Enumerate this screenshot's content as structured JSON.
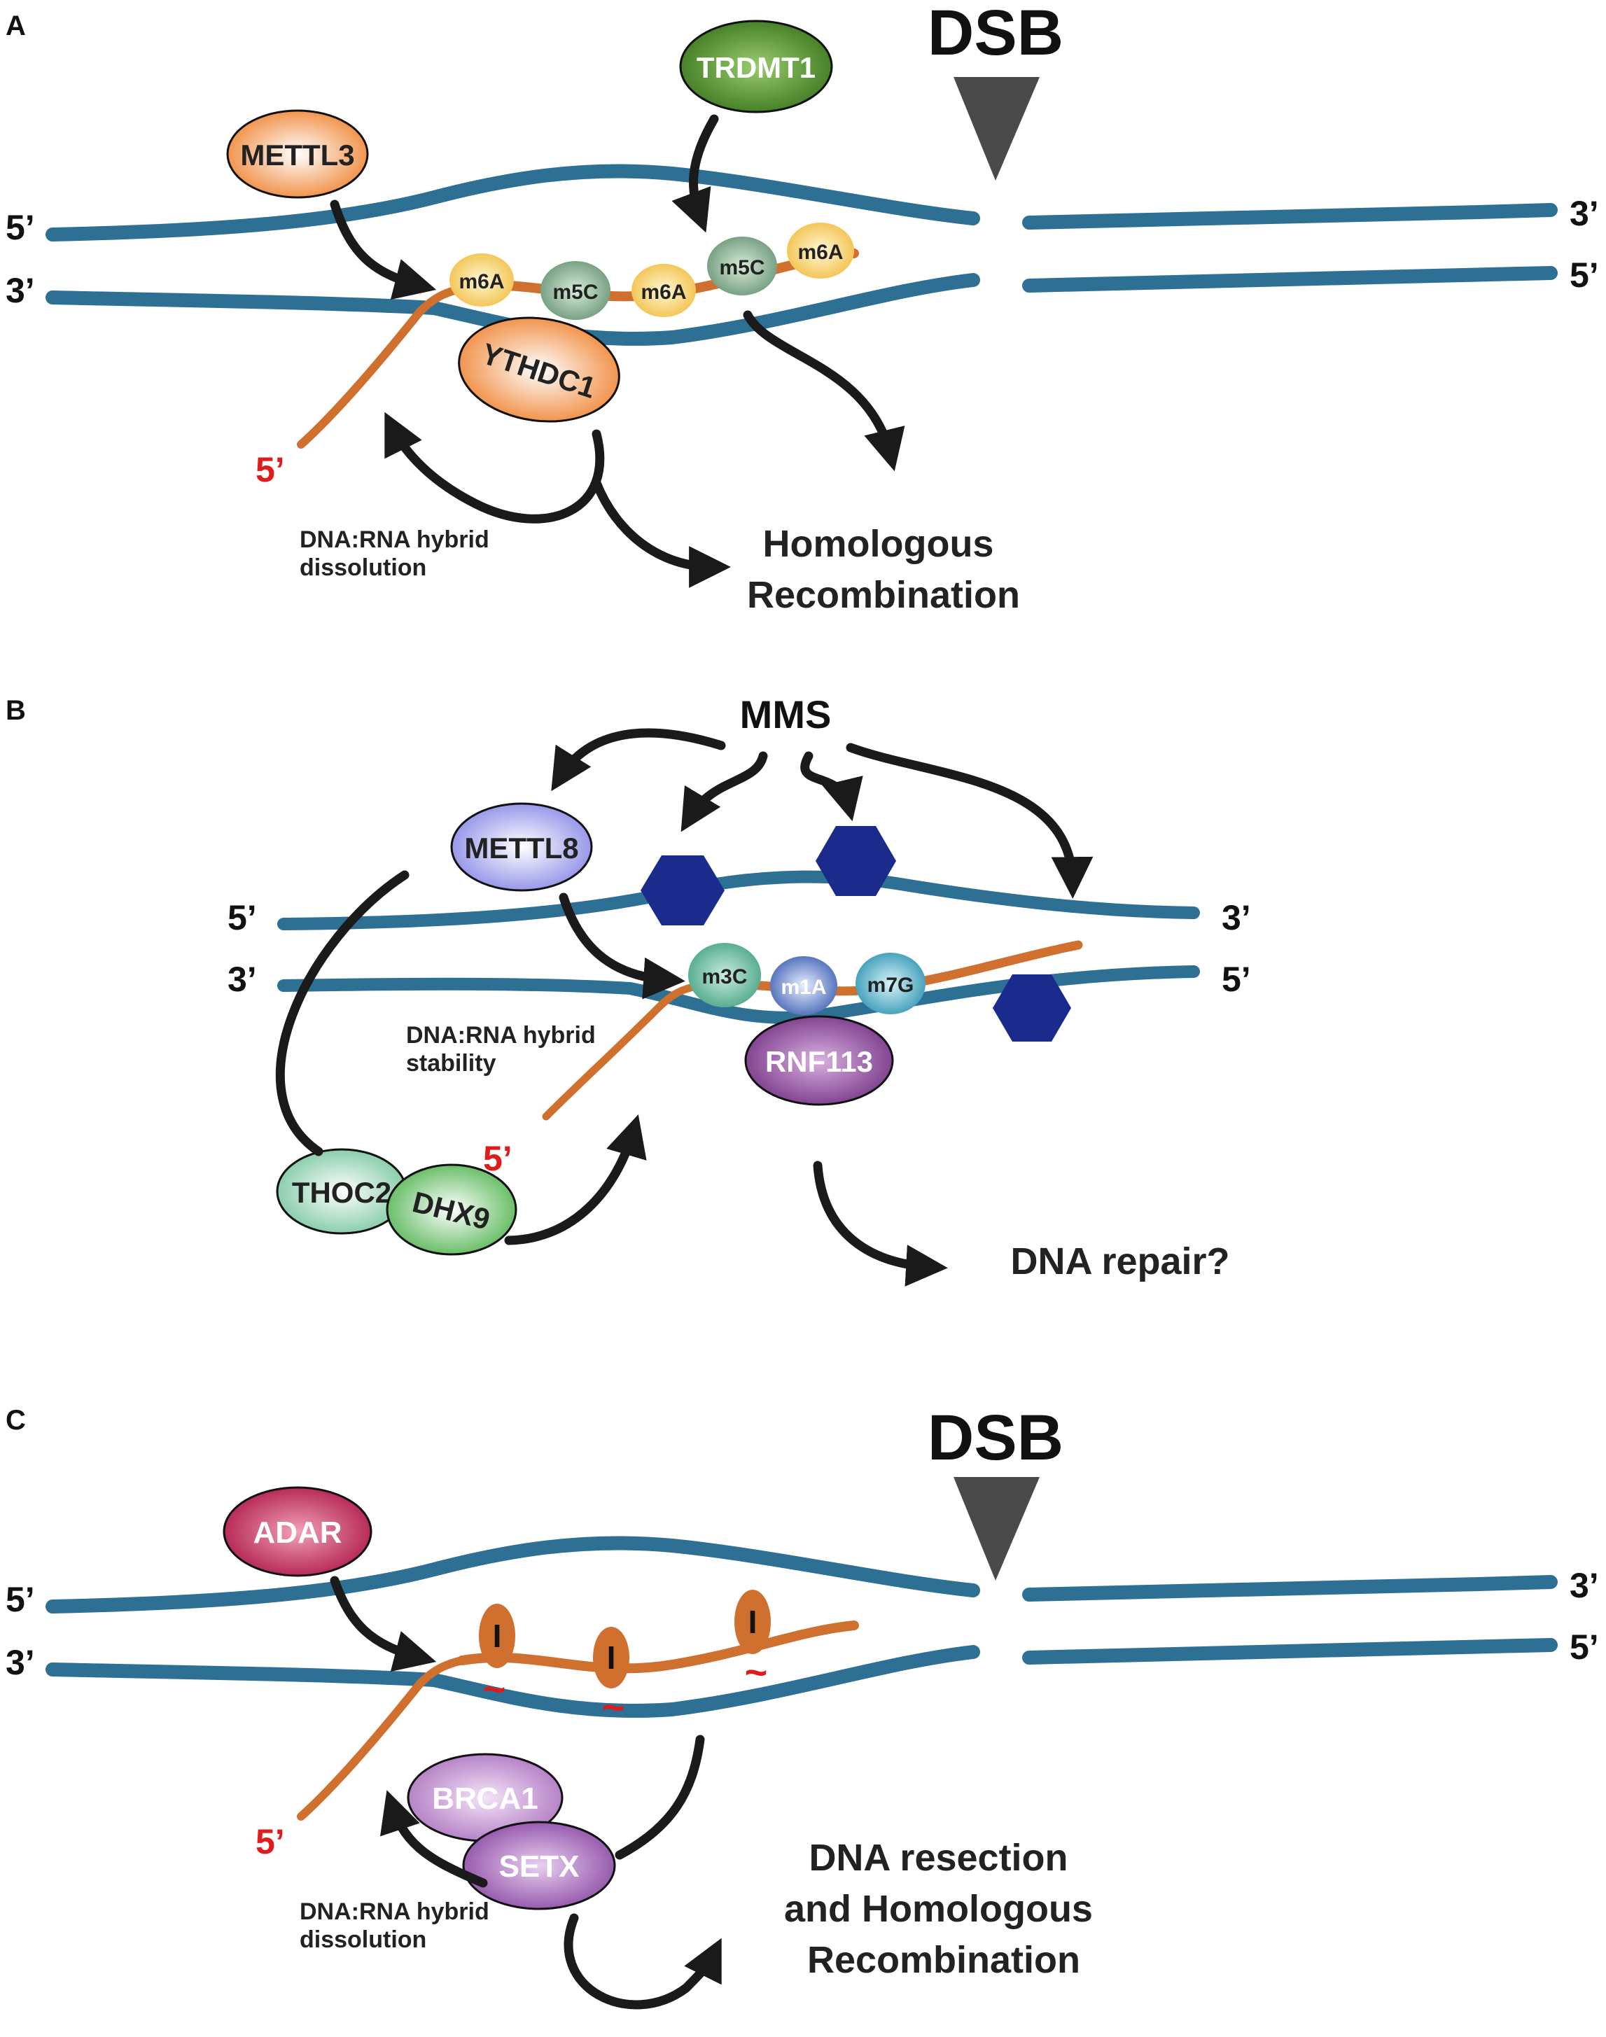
{
  "panels": {
    "a": {
      "label": "A",
      "dsb": "DSB",
      "ends": {
        "top_left": "5’",
        "bottom_left": "3’",
        "top_right": "3’",
        "bottom_right": "5’",
        "rna": "5’"
      },
      "proteins": {
        "mettl3": "METTL3",
        "trdmt1": "TRDMT1",
        "ythdc1": "YTHDC1"
      },
      "mods": [
        "m6A",
        "m5C",
        "m6A",
        "m5C",
        "m6A"
      ],
      "hybrid_note": [
        "DNA:RNA hybrid",
        "dissolution"
      ],
      "outcome": [
        "Homologous",
        "Recombination"
      ]
    },
    "b": {
      "label": "B",
      "agent": "MMS",
      "ends": {
        "top_left": "5’",
        "bottom_left": "3’",
        "top_right": "3’",
        "bottom_right": "5’",
        "rna": "5’"
      },
      "proteins": {
        "mettl8": "METTL8",
        "rnf113": "RNF113",
        "thoc2": "THOC2",
        "dhx9": "DHX9"
      },
      "mods": [
        "m3C",
        "m1A",
        "m7G"
      ],
      "hybrid_note": [
        "DNA:RNA hybrid",
        "stability"
      ],
      "outcome": "DNA repair?"
    },
    "c": {
      "label": "C",
      "dsb": "DSB",
      "ends": {
        "top_left": "5’",
        "bottom_left": "3’",
        "top_right": "3’",
        "bottom_right": "5’",
        "rna": "5’"
      },
      "proteins": {
        "adar": "ADAR",
        "brca1": "BRCA1",
        "setx": "SETX"
      },
      "edit_marks": [
        "I",
        "I",
        "I"
      ],
      "edit_wave": "~",
      "hybrid_note": [
        "DNA:RNA hybrid",
        "dissolution"
      ],
      "outcome": [
        "DNA resection",
        "and Homologous",
        "Recombination"
      ]
    }
  },
  "colors": {
    "dna": "#2e6f94",
    "rna": "#d0702f",
    "arrow": "#1a1a1a",
    "dsb_marker": "#4a4a4a",
    "five_prime_rna": "#e01b1b",
    "methyl_yellow": "#f2c94c",
    "methyl_green": "#7fa88a",
    "damage_hex": "#1a2b8c",
    "mettl3": "#f08a3c",
    "trdmt1": "#4e8a2e",
    "ythdc1": "#f08a3c",
    "mettl8": "#8e8ee8",
    "rnf113": "#8a4a9a",
    "thoc2": "#8fd1b0",
    "dhx9": "#6cc26a",
    "adar": "#c0285a",
    "brca1": "#b67ac6",
    "setx": "#9a58b0"
  }
}
